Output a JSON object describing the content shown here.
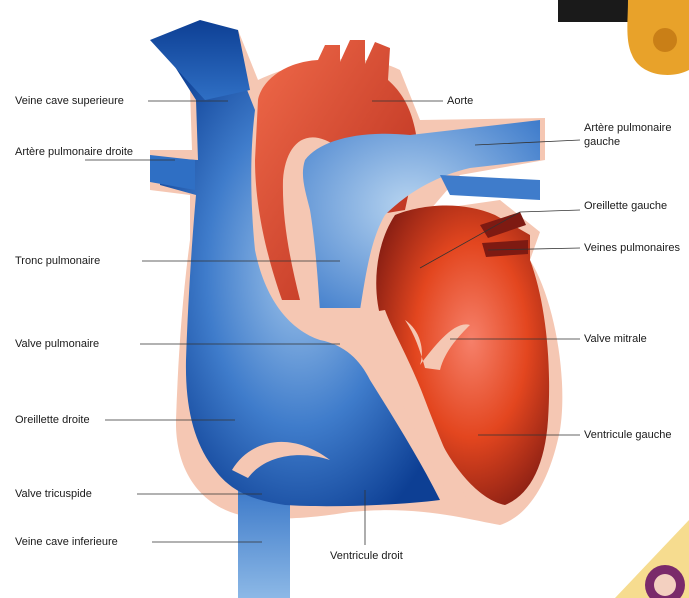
{
  "labels": {
    "veine_cave_sup": "Veine cave superieure",
    "artere_pulm_droite": "Artère pulmonaire droite",
    "tronc_pulm": "Tronc pulmonaire",
    "valve_pulm": "Valve pulmonaire",
    "oreillette_droite": "Oreillette droite",
    "valve_tricuspide": "Valve tricuspide",
    "veine_cave_inf": "Veine cave inferieure",
    "aorte": "Aorte",
    "artere_pulm_gauche": "Artère pulmonaire gauche",
    "oreillette_gauche": "Oreillette gauche",
    "veines_pulm": "Veines pulmonaires",
    "valve_mitrale": "Valve mitrale",
    "ventricule_gauche": "Ventricule gauche",
    "ventricule_droit": "Ventricule droit"
  },
  "colors": {
    "blue_dark": "#0d3f94",
    "blue_mid": "#2f6fc4",
    "blue_light": "#9fc4ea",
    "red_dark": "#a3261a",
    "red_mid": "#e3461f",
    "red_light": "#f6806a",
    "outline": "#f5c7b3",
    "leader": "#333333"
  }
}
